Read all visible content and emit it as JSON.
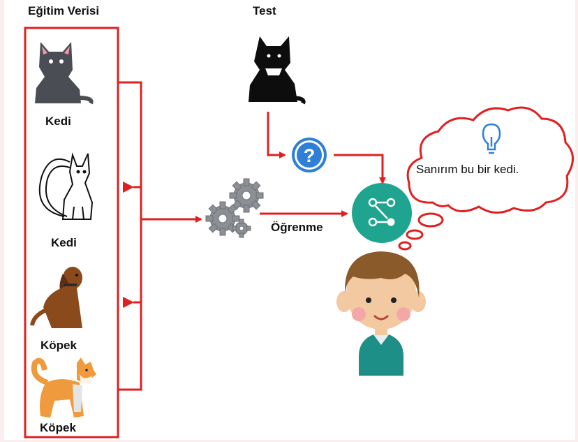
{
  "training": {
    "title": "Eğitim Verisi",
    "samples": [
      {
        "label": "Kedi",
        "icon": "cat-silhouette-icon"
      },
      {
        "label": "Kedi",
        "icon": "cat-outline-icon"
      },
      {
        "label": "Köpek",
        "icon": "brown-dog-icon"
      },
      {
        "label": "Köpek",
        "icon": "shiba-dog-icon"
      }
    ]
  },
  "test": {
    "title": "Test",
    "icon": "black-cat-icon"
  },
  "learning": {
    "label": "Öğrenme",
    "icon": "gears-icon"
  },
  "model": {
    "icon": "network-node-icon",
    "question_icon": "question-mark-icon"
  },
  "thought": {
    "text": "Sanırım bu bir kedi.",
    "icon": "lightbulb-icon"
  },
  "person": {
    "icon": "boy-avatar-icon"
  },
  "colors": {
    "arrow": "#e02020",
    "node_teal": "#1fa58f",
    "question_blue": "#2f7fd6",
    "cloud_border": "#e02020"
  }
}
